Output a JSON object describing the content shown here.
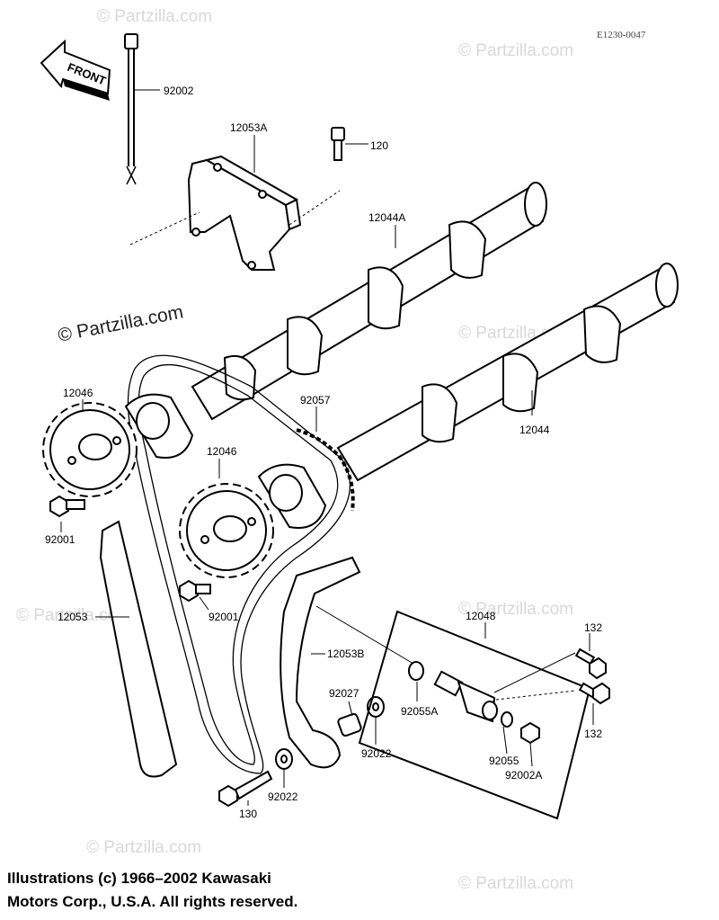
{
  "diagram_code": "E1230-0047",
  "front_label": "FRONT",
  "watermarks": {
    "main": "© Partzilla.com",
    "repeat": "© Partzilla.com"
  },
  "parts": {
    "p92002": "92002",
    "p12053A": "12053A",
    "p120": "120",
    "p12044A": "12044A",
    "p12046_top": "12046",
    "p92057": "92057",
    "p12044": "12044",
    "p12046_mid": "12046",
    "p92001_left": "92001",
    "p92001_mid": "92001",
    "p12053": "12053",
    "p12048": "12048",
    "p132_top": "132",
    "p132_bottom": "132",
    "p12053B": "12053B",
    "p92027": "92027",
    "p92055A": "92055A",
    "p92022_mid": "92022",
    "p92055": "92055",
    "p92002A": "92002A",
    "p92022_bottom": "92022",
    "p130": "130"
  },
  "copyright": {
    "line1": "Illustrations (c) 1966–2002 Kawasaki",
    "line2": "Motors Corp., U.S.A.  All rights reserved."
  }
}
